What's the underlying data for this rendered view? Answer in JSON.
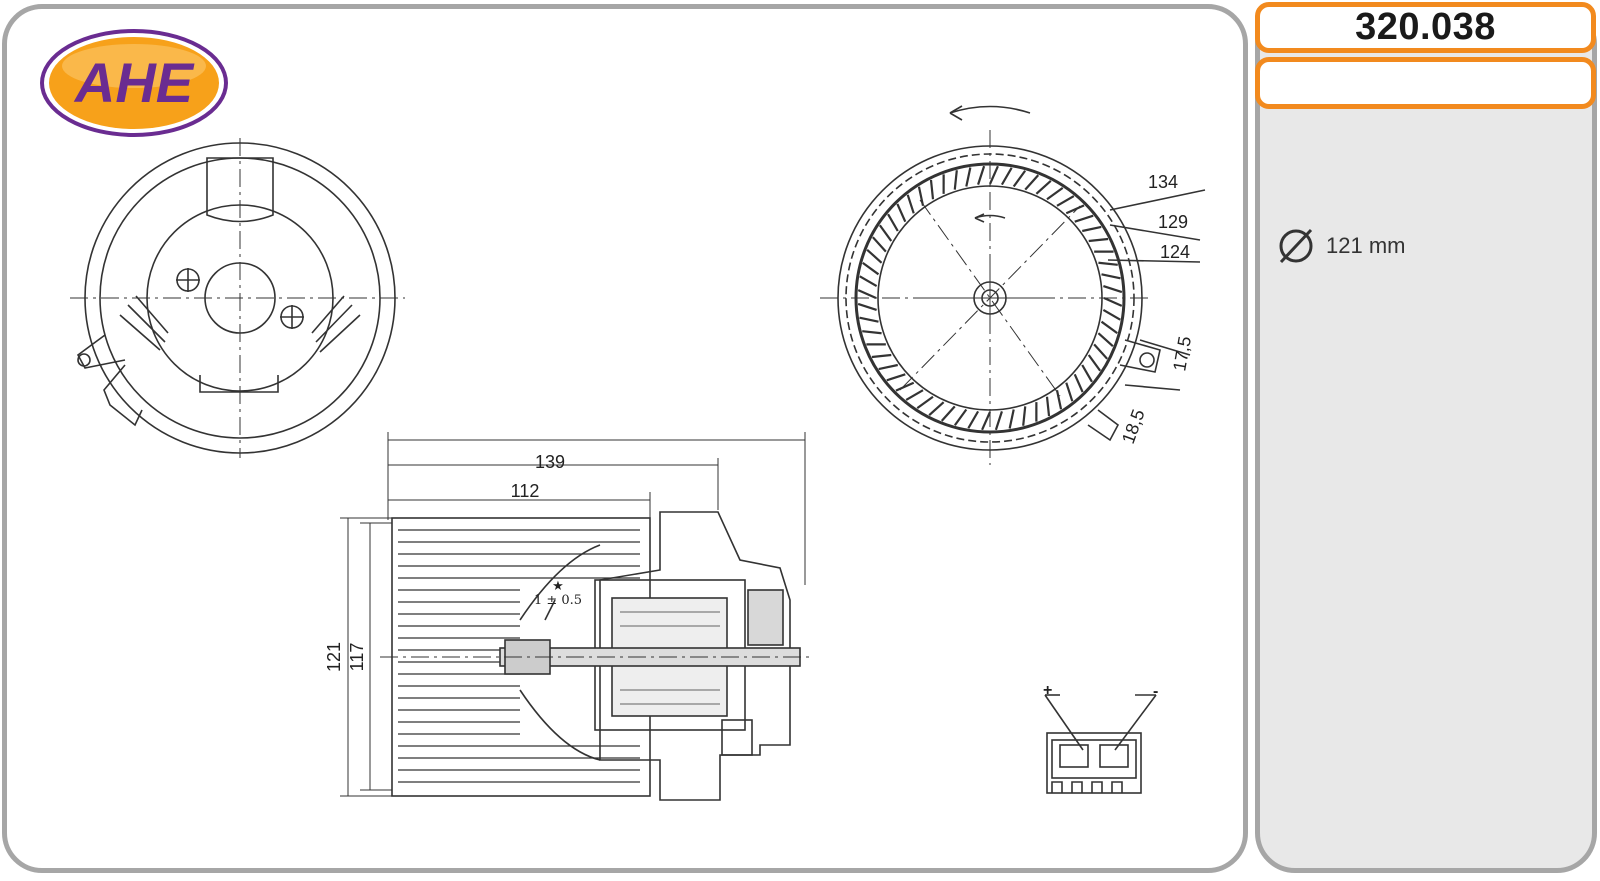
{
  "brand": {
    "logo_text": "AHE",
    "color_fill": "#f7a11a",
    "color_ring": "#6a2c91"
  },
  "part_number": "320.038",
  "spec": {
    "icon": "diameter-icon",
    "value": "121 mm"
  },
  "dimensions": {
    "d134": "134",
    "d129": "129",
    "d124": "124",
    "d17_5": "17,5",
    "d18_5": "18,5",
    "l139": "139",
    "l112": "112",
    "h121": "121",
    "h117": "117",
    "tolerance": "1 ± 0.5"
  },
  "connector": {
    "plus": "+",
    "minus": "-"
  },
  "colors": {
    "accent": "#f28a1e",
    "frame": "#a6a6a6",
    "line": "#333333"
  }
}
